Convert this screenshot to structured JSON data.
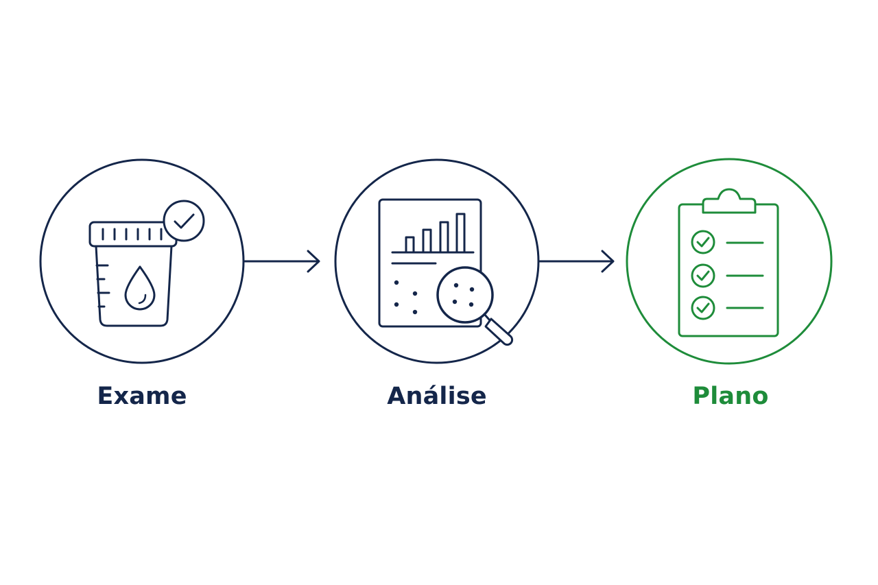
{
  "colors": {
    "navy": "#14264a",
    "green": "#1e8c3a",
    "background": "#ffffff"
  },
  "steps": [
    {
      "label": "Exame",
      "icon": "urine-sample-cup-icon",
      "color": "#14264a"
    },
    {
      "label": "Análise",
      "icon": "report-magnifier-icon",
      "color": "#14264a"
    },
    {
      "label": "Plano",
      "icon": "checklist-clipboard-icon",
      "color": "#1e8c3a"
    }
  ],
  "connectors": [
    {
      "from": "Exame",
      "to": "Análise",
      "icon": "arrow-right-icon"
    },
    {
      "from": "Análise",
      "to": "Plano",
      "icon": "arrow-right-icon"
    }
  ]
}
